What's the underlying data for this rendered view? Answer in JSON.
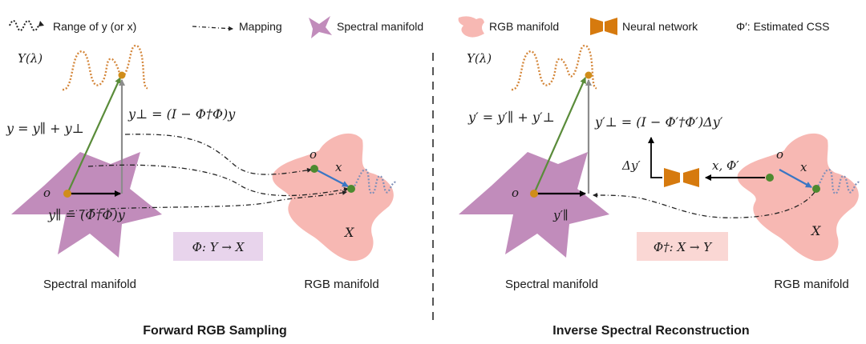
{
  "legend": {
    "range_label": "Range of y (or x)",
    "mapping_label": "Mapping",
    "spectral_label": "Spectral manifold",
    "rgb_label": "RGB manifold",
    "network_label": "Neural network",
    "css_label": "Φ′: Estimated CSS"
  },
  "colors": {
    "spectral_fill": "#c18cbb",
    "rgb_fill": "#f7b8b3",
    "network": "#d67a0e",
    "range_curve_spectral": "#d4873b",
    "range_curve_rgb": "#7f8fb8",
    "vector_green": "#5a8c3a",
    "vector_gray": "#8c8c8c",
    "vector_blue": "#3a76c4",
    "point_origin": "#d08d1a",
    "point_green": "#4d8a2f",
    "box_forward": "#e8d4ec",
    "box_inverse": "#fad7d4",
    "divider": "#555555"
  },
  "forward": {
    "y_lambda": "Y(λ)",
    "y_decomp": "y = y∥ + y⊥",
    "y_perp_eq": "y⊥ = (I − Φ†Φ)y",
    "y_par_eq": "y∥ = (Φ†Φ)y",
    "origin_spectral": "o",
    "origin_rgb": "o",
    "x_point": "x",
    "X_label": "X",
    "box": "Φ: Y → X",
    "spectral_caption": "Spectral manifold",
    "rgb_caption": "RGB manifold",
    "title": "Forward RGB Sampling"
  },
  "inverse": {
    "y_lambda": "Y(λ)",
    "y_decomp": "y′ = y′∥ + y′⊥",
    "y_perp_eq": "y′⊥ = (I − Φ′†Φ′)Δy′",
    "y_par": "y′∥",
    "delta_y": "Δy′",
    "x_phi": "x, Φ′",
    "origin_spectral": "o",
    "origin_rgb": "o",
    "x_point": "x",
    "X_label": "X",
    "box": "Φ†: X → Y",
    "spectral_caption": "Spectral manifold",
    "rgb_caption": "RGB manifold",
    "title": "Inverse Spectral Reconstruction"
  }
}
